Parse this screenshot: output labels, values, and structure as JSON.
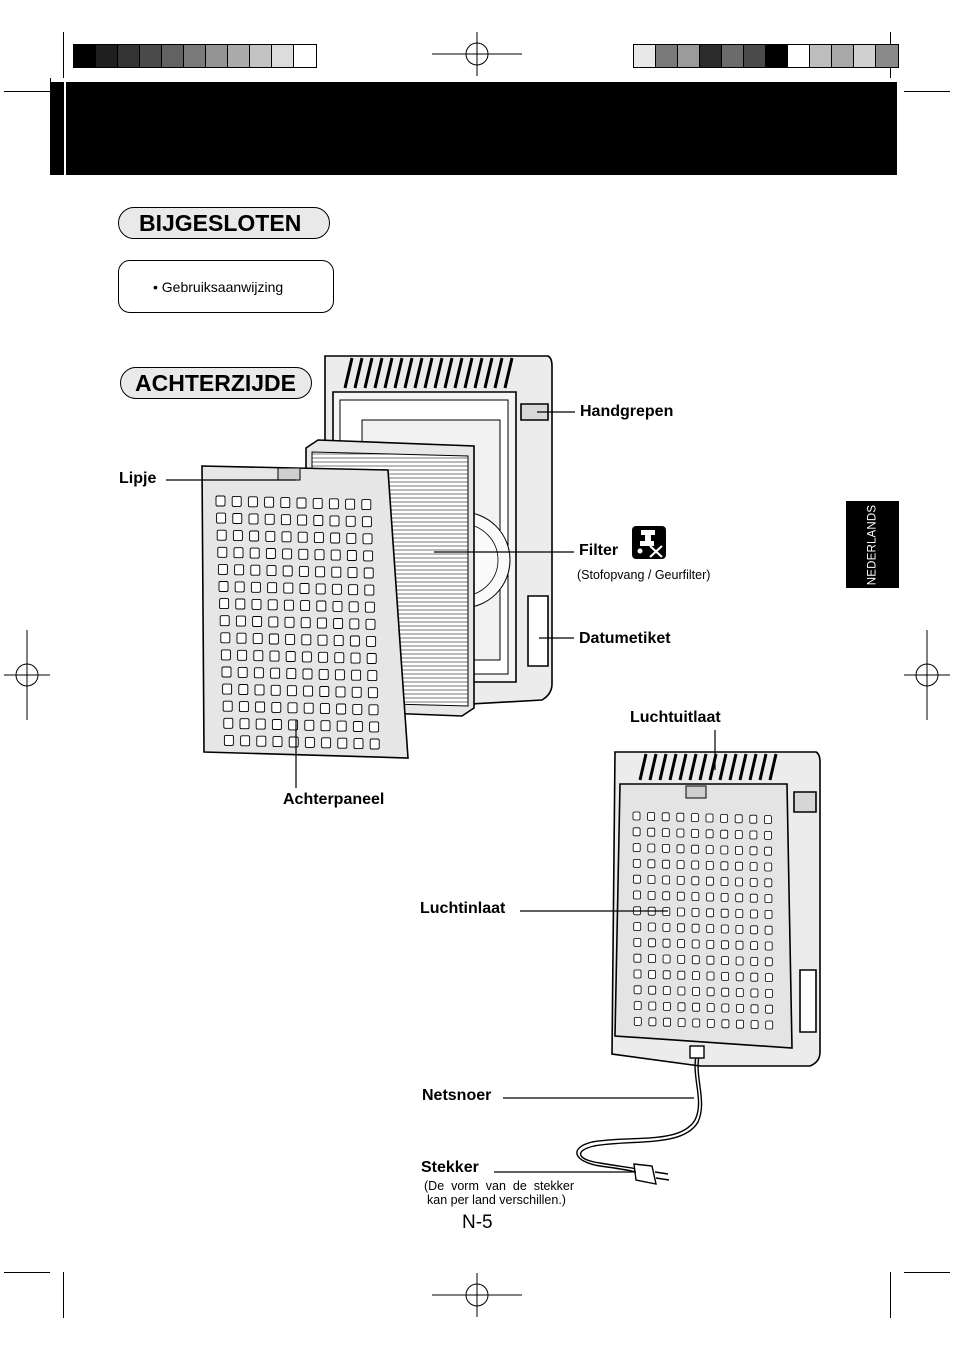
{
  "sections": {
    "included": {
      "title": "BIJGESLOTEN",
      "items": [
        "• Gebruiksaanwijzing"
      ]
    },
    "rear": {
      "title": "ACHTERZIJDE"
    }
  },
  "labels": {
    "handles": "Handgrepen",
    "tab": "Lipje",
    "filter": "Filter",
    "filter_note": "(Stofopvang / Geurfilter)",
    "date_label": "Datumetiket",
    "back_panel": "Achterpaneel",
    "air_outlet": "Luchtuitlaat",
    "air_inlet": "Luchtinlaat",
    "power_cord": "Netsnoer",
    "plug": "Stekker",
    "plug_note_1": "(De  vorm  van  de  stekker",
    "plug_note_2": "kan per land verschillen.)"
  },
  "language_tab": "NEDERLANDS",
  "page_number": "N-5",
  "icons": {
    "filter_care": "water-tap-no-wash-icon"
  },
  "colors": {
    "header": "#000000",
    "title_fill": "#e9e9e9",
    "panel_fill": "#e6e6e6"
  },
  "swatches_left": [
    "#000000",
    "#1f1f1f",
    "#333333",
    "#4a4a4a",
    "#626262",
    "#7a7a7a",
    "#939393",
    "#ababab",
    "#c3c3c3",
    "#dcdcdc",
    "#ffffff"
  ],
  "swatches_right": [
    "#e8e8e8",
    "#7a7a7a",
    "#9b9b9b",
    "#2b2b2b",
    "#6b6b6b",
    "#4a4a4a",
    "#000000",
    "#ffffff",
    "#bdbdbd",
    "#a8a8a8",
    "#d0d0d0",
    "#8a8a8a"
  ]
}
